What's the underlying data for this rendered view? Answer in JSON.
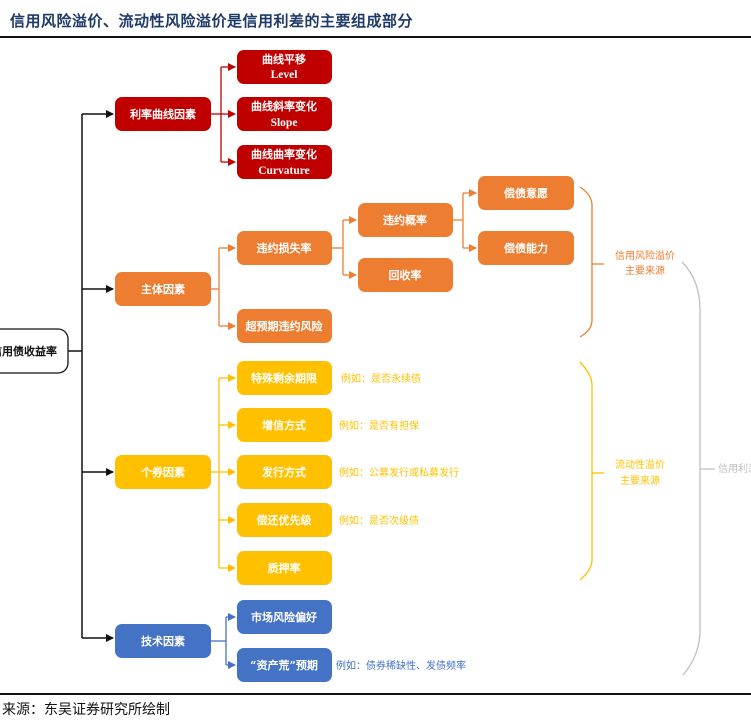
{
  "header": {
    "title": "信用风险溢价、流动性风险溢价是信用利差的主要组成部分"
  },
  "footer": {
    "source": "来源：东吴证券研究所绘制"
  },
  "colors": {
    "red": "#c00000",
    "orange": "#ed7d31",
    "yellow": "#ffc000",
    "blue": "#4472c4",
    "gray": "#bfbfbf",
    "black": "#111111"
  },
  "root": {
    "label": "信用债收益率"
  },
  "factors": [
    {
      "label": "利率曲线因素",
      "color": "red",
      "children": [
        {
          "label": "曲线平移",
          "sublabel": "Level"
        },
        {
          "label": "曲线斜率变化",
          "sublabel": "Slope"
        },
        {
          "label": "曲线曲率变化",
          "sublabel": "Curvature"
        }
      ]
    },
    {
      "label": "主体因素",
      "color": "orange",
      "children": [
        {
          "label": "违约损失率",
          "children": [
            {
              "label": "违约概率",
              "children": [
                {
                  "label": "偿债意愿"
                },
                {
                  "label": "偿债能力"
                }
              ]
            },
            {
              "label": "回收率"
            }
          ]
        },
        {
          "label": "超预期违约风险"
        }
      ],
      "bracket_note": [
        "信用风险溢价",
        "主要来源"
      ]
    },
    {
      "label": "个券因素",
      "color": "yellow",
      "children": [
        {
          "label": "特殊剩余期限",
          "note": "例如：是否永续债"
        },
        {
          "label": "增信方式",
          "note": "例如：是否有担保"
        },
        {
          "label": "发行方式",
          "note": "例如：公募发行或私募发行"
        },
        {
          "label": "偿还优先级",
          "note": "例如：是否次级债"
        },
        {
          "label": "质押率"
        }
      ],
      "bracket_note": [
        "流动性溢价",
        "主要来源"
      ]
    },
    {
      "label": "技术因素",
      "color": "blue",
      "children": [
        {
          "label": "市场风险偏好"
        },
        {
          "label": "“资产荒”预期",
          "note": "例如：债券稀缺性、发债频率"
        }
      ]
    }
  ],
  "outer_bracket_note": "信用利差"
}
